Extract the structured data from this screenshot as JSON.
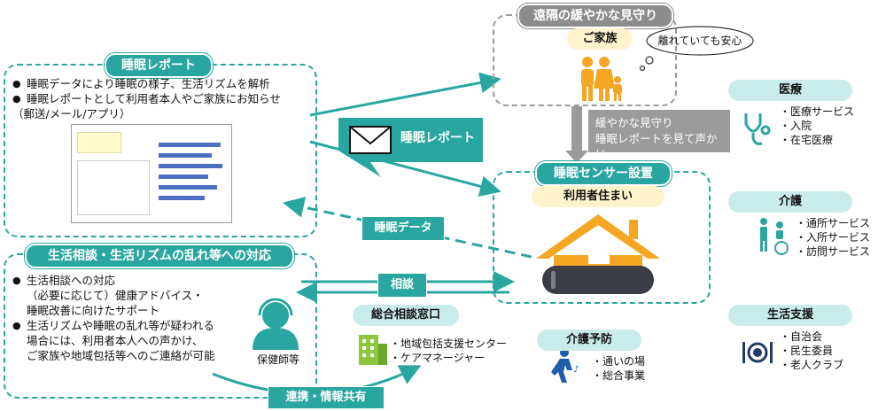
{
  "report_section": {
    "title": "睡眠レポート",
    "bullets": [
      "睡眠データにより睡眠の様子、生活リズムを解析",
      "睡眠レポートとして利用者本人やご家族にお知らせ"
    ],
    "sub": "（郵送/メール/アプリ）"
  },
  "consult_section": {
    "title": "生活相談・生活リズムの乱れ等への対応",
    "bullet1": "生活相談への対応",
    "bullet1_sub1": "（必要に応じて）健康アドバイス・",
    "bullet1_sub2": "睡眠改善に向けたサポート",
    "bullet2_line1": "生活リズムや睡眠の乱れ等が疑われる",
    "bullet2_line2": "場合には、利用者本人への声かけ、",
    "bullet2_line3": "ご家族や地域包括等へのご連絡が可能",
    "nurse_label": "保健師等"
  },
  "remote_section": {
    "title": "遠隔の緩やかな見守り",
    "family_label": "ご家族",
    "thought": "離れていても安心"
  },
  "gray_note": {
    "line1": "緩やかな見守り",
    "line2": "睡眠レポートを見て声かけ"
  },
  "sensor_section": {
    "title": "睡眠センサー設置",
    "home_label": "利用者住まい"
  },
  "arrows": {
    "report": "睡眠レポート",
    "sleep_data": "睡眠データ",
    "consult": "相談",
    "cooperation": "連携・情報共有"
  },
  "general_window": {
    "title": "総合相談窓口",
    "items": [
      "・地域包括支援センター",
      "・ケアマネージャー"
    ]
  },
  "care_prevention": {
    "title": "介護予防",
    "items": [
      "・通いの場",
      "・総合事業"
    ]
  },
  "medical": {
    "title": "医療",
    "items": [
      "・医療サービス",
      "・入院",
      "・在宅医療"
    ]
  },
  "nursing": {
    "title": "介護",
    "items": [
      "・通所サービス",
      "・入所サービス",
      "・訪問サービス"
    ]
  },
  "life_support": {
    "title": "生活支援",
    "items": [
      "・自治会",
      "・民生委員",
      "・老人クラブ"
    ]
  },
  "colors": {
    "teal": "#2aa6a0",
    "light_teal": "#c9ecea",
    "gray": "#8c8c8c",
    "orange": "#f5a623",
    "sensor_dark": "#3a3e44"
  }
}
